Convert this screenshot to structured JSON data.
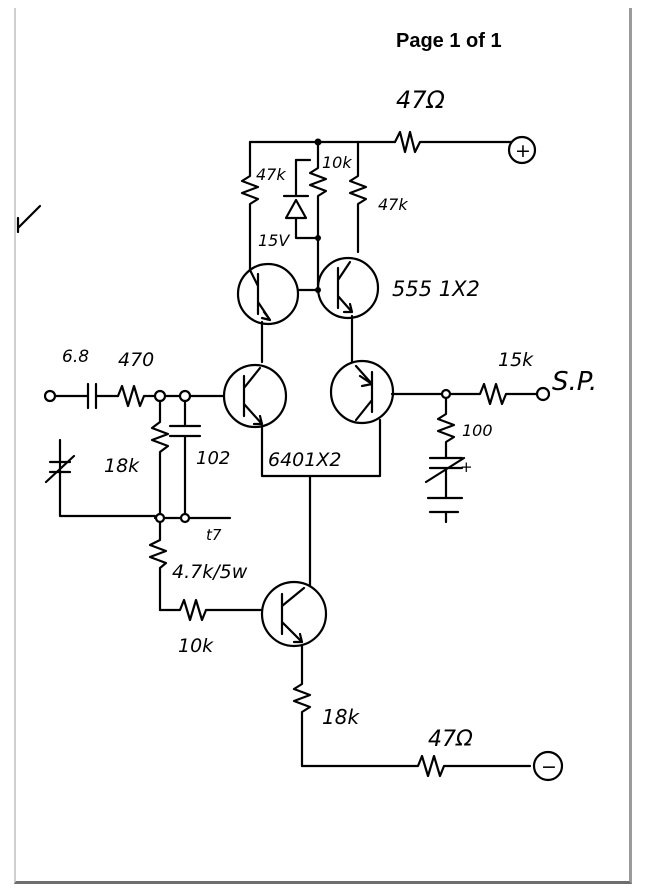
{
  "header": {
    "page_label": "Page 1 of 1"
  },
  "labels": {
    "r_top_supply": "47Ω",
    "r_bias_left": "47k",
    "r_pot": "10k",
    "r_bias_right": "47k",
    "zener": "15V",
    "q_top_pair": "555 1X2",
    "c_input": "6.8",
    "r_input": "470",
    "q_mid_pair": "6401X2",
    "r_output": "15k",
    "speaker": "S.P.",
    "r_left_18k": "18k",
    "c_102": "102",
    "c_100": "100",
    "r_4k7": "4.7k/5w",
    "r_10k_base": "10k",
    "r_emitter_18k": "18k",
    "r_bottom_supply": "47Ω",
    "terminal_plus": "+",
    "terminal_minus": "−",
    "mark_t7": "t7",
    "mark_plus_c100": "+"
  },
  "colors": {
    "ink": "#000000",
    "paper": "#ffffff"
  }
}
